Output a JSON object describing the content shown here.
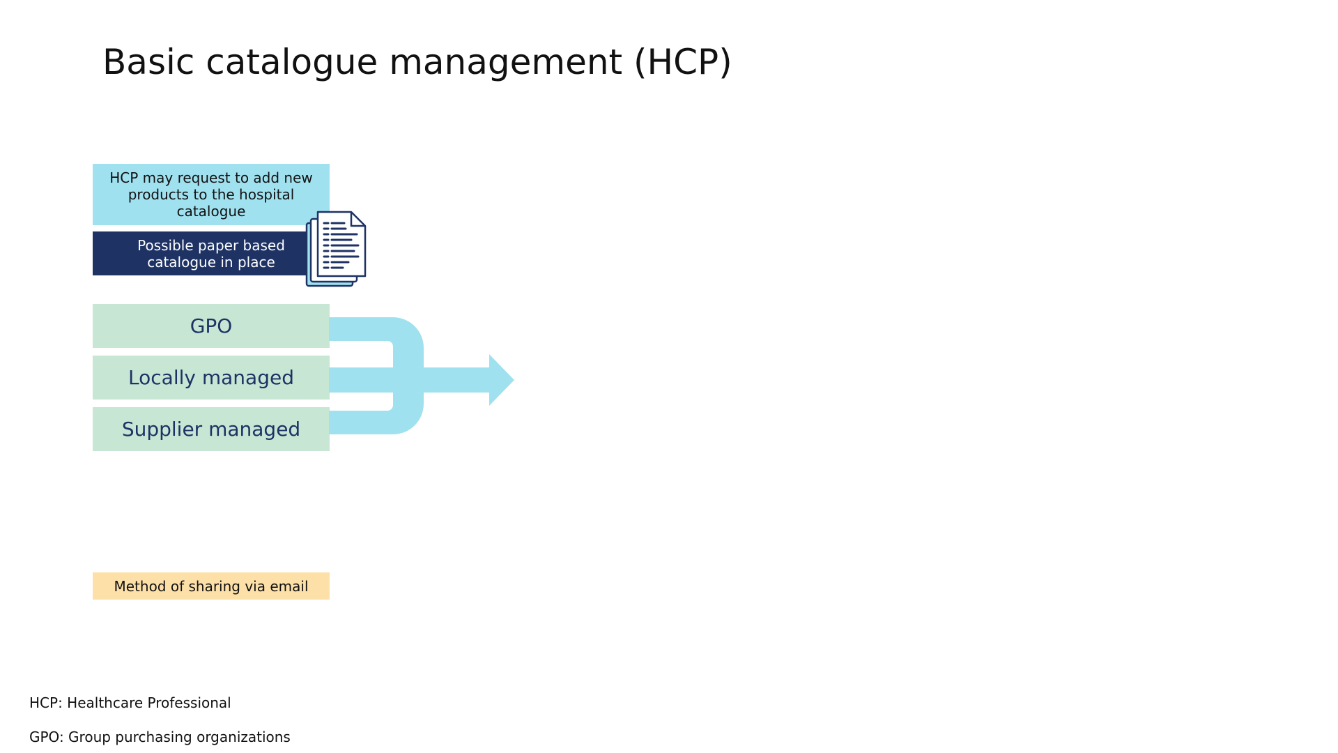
{
  "slide": {
    "title": "Basic catalogue management (HCP)"
  },
  "diagram": {
    "request_text": "HCP may request to add new products to the hospital catalogue",
    "paper_catalogue_text": "Possible paper based catalogue in place",
    "sources": [
      {
        "label": "GPO"
      },
      {
        "label": "Locally managed"
      },
      {
        "label": "Supplier managed"
      }
    ],
    "sharing_method": "Method of sharing via email",
    "icons": {
      "catalogue": "document-stack-icon",
      "connector": "merge-arrow-icon"
    }
  },
  "footnotes": {
    "hcp": "HCP: Healthcare Professional",
    "gpo": "GPO: Group purchasing organizations"
  },
  "colors": {
    "light_blue": "#a0e1f0",
    "navy": "#1e3264",
    "mint": "#c8e6d4",
    "sand": "#fde0a8",
    "arrow": "#a0e1f0"
  }
}
